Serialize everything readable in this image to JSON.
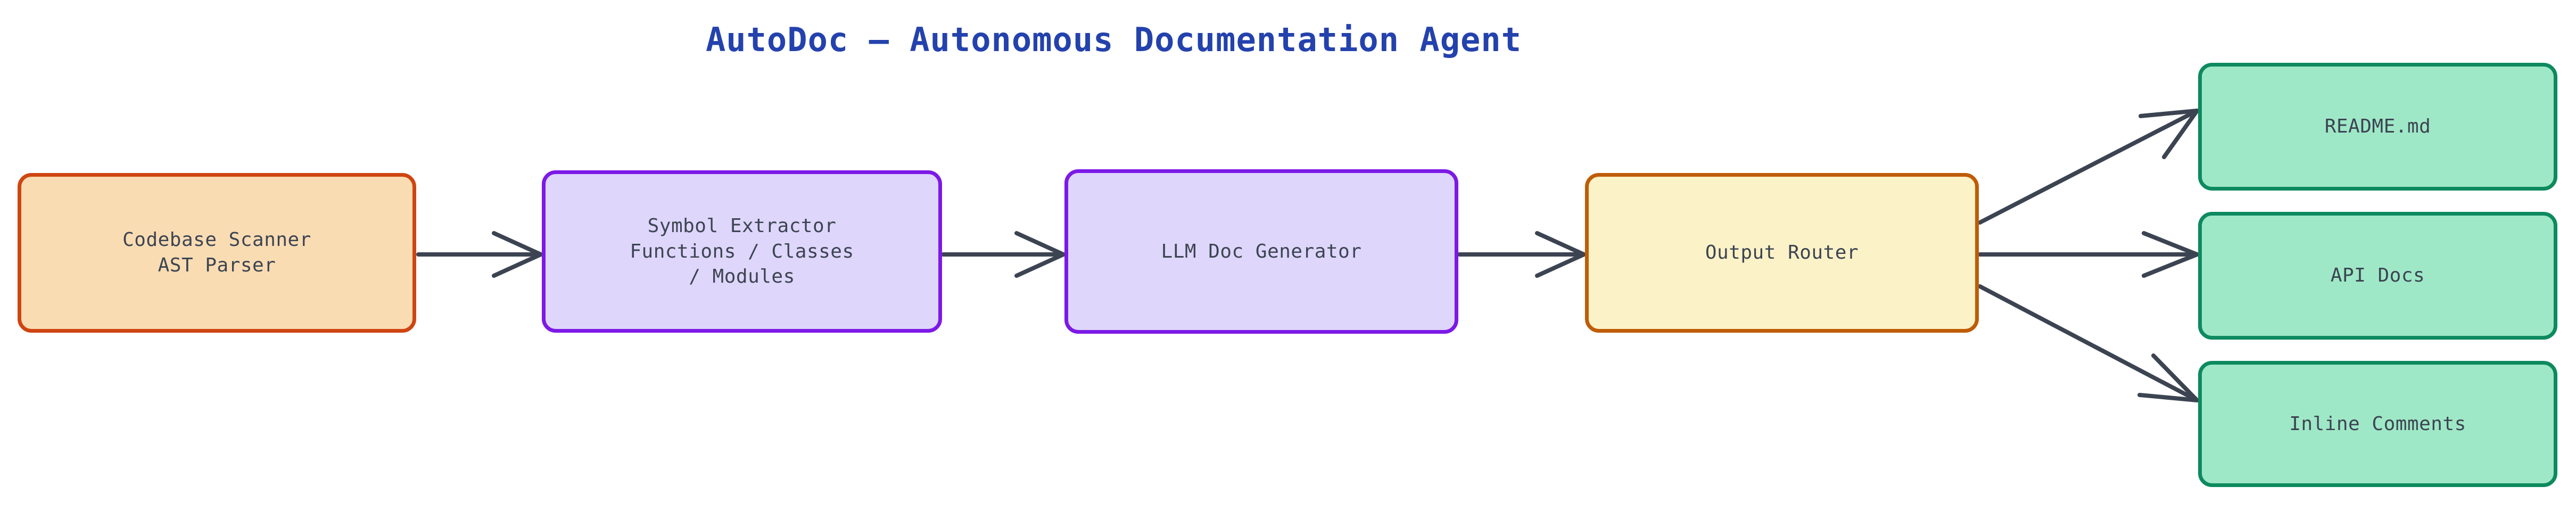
{
  "diagram": {
    "title": "AutoDoc — Autonomous Documentation Agent",
    "title_color": "#2442ad",
    "background": "#ffffff",
    "edge_color": "#3c4452",
    "nodes": [
      {
        "id": "scanner",
        "label": "Codebase Scanner\nAST Parser",
        "fill": "#fadcb3",
        "stroke": "#cf4511"
      },
      {
        "id": "extractor",
        "label": "Symbol Extractor\nFunctions / Classes\n/ Modules",
        "fill": "#ded6fb",
        "stroke": "#7c19e6"
      },
      {
        "id": "generator",
        "label": "LLM Doc Generator",
        "fill": "#ded6fb",
        "stroke": "#7c19e6"
      },
      {
        "id": "router",
        "label": "Output Router",
        "fill": "#fcf2c7",
        "stroke": "#bf5c07"
      },
      {
        "id": "readme",
        "label": "README.md",
        "fill": "#9fe8c7",
        "stroke": "#0d8a5f"
      },
      {
        "id": "apidocs",
        "label": "API Docs",
        "fill": "#9fe8c7",
        "stroke": "#0d8a5f"
      },
      {
        "id": "inline",
        "label": "Inline Comments",
        "fill": "#9fe8c7",
        "stroke": "#0d8a5f"
      }
    ],
    "edges": [
      {
        "from": "scanner",
        "to": "extractor",
        "label": ""
      },
      {
        "from": "extractor",
        "to": "generator",
        "label": ""
      },
      {
        "from": "generator",
        "to": "router",
        "label": ""
      },
      {
        "from": "router",
        "to": "readme",
        "label": ""
      },
      {
        "from": "router",
        "to": "apidocs",
        "label": ""
      },
      {
        "from": "router",
        "to": "inline",
        "label": ""
      }
    ]
  }
}
